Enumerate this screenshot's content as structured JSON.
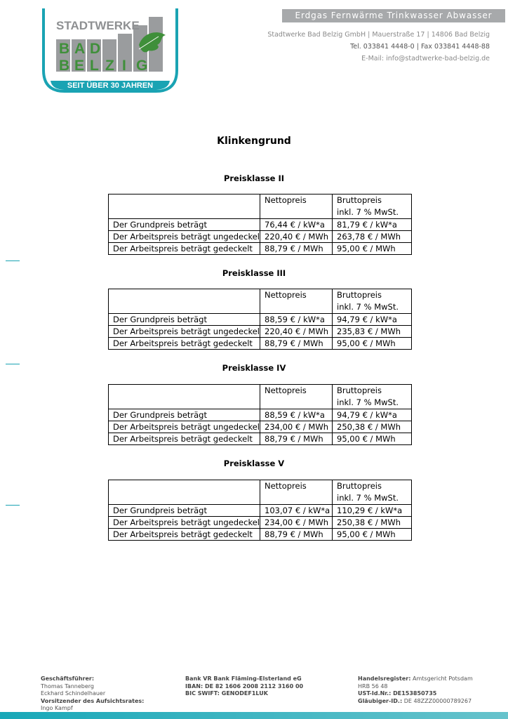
{
  "logo": {
    "line1": "STADTWERKE",
    "line2_letters": [
      "B",
      "A",
      "D"
    ],
    "line3_letters": [
      "B",
      "E",
      "L",
      "Z",
      "I",
      "G"
    ],
    "banner": "SEIT ÜBER 30 JAHREN",
    "teal": "#1aa3b3",
    "green": "#3f8f3a",
    "gray": "#9a9c9e"
  },
  "header": {
    "services": "Erdgas  Fernwärme  Trinkwasser  Abwasser",
    "address": "Stadtwerke Bad Belzig GmbH | Mauerstraße 17 | 14806 Bad Belzig",
    "phone": "Tel. 033841 4448-0 | Fax 033841 4448-88",
    "email": "E-Mail: info@stadtwerke-bad-belzig.de"
  },
  "title": "Klinkengrund",
  "tables": [
    {
      "heading": "Preisklasse II",
      "col_net": "Nettopreis",
      "col_gross_1": "Bruttopreis",
      "col_gross_2": "inkl. 7 % MwSt.",
      "rows": [
        [
          "Der Grundpreis beträgt",
          "76,44 € / kW*a",
          "81,79 € / kW*a"
        ],
        [
          "Der Arbeitspreis beträgt ungedeckelt",
          "220,40 € / MWh",
          "263,78 € / MWh"
        ],
        [
          "Der Arbeitspreis beträgt gedeckelt",
          "88,79 € / MWh",
          "95,00 € / MWh"
        ]
      ]
    },
    {
      "heading": "Preisklasse III",
      "col_net": "Nettopreis",
      "col_gross_1": "Bruttopreis",
      "col_gross_2": "inkl. 7 % MwSt.",
      "rows": [
        [
          "Der Grundpreis beträgt",
          "88,59 € / kW*a",
          "94,79 € / kW*a"
        ],
        [
          "Der Arbeitspreis beträgt ungedeckelt",
          "220,40 € / MWh",
          "235,83 € / MWh"
        ],
        [
          "Der Arbeitspreis beträgt gedeckelt",
          "88,79 € / MWh",
          "95,00 € / MWh"
        ]
      ]
    },
    {
      "heading": "Preisklasse IV",
      "col_net": "Nettopreis",
      "col_gross_1": "Bruttopreis",
      "col_gross_2": "inkl. 7 % MwSt.",
      "rows": [
        [
          "Der Grundpreis beträgt",
          "88,59 € / kW*a",
          "94,79 € / kW*a"
        ],
        [
          "Der Arbeitspreis beträgt ungedeckelt",
          "234,00 € / MWh",
          "250,38 € / MWh"
        ],
        [
          "Der Arbeitspreis beträgt gedeckelt",
          "88,79 € / MWh",
          "95,00 € / MWh"
        ]
      ]
    },
    {
      "heading": "Preisklasse V",
      "col_net": "Nettopreis",
      "col_gross_1": "Bruttopreis",
      "col_gross_2": "inkl. 7 % MwSt.",
      "rows": [
        [
          "Der Grundpreis beträgt",
          "103,07 € / kW*a",
          "110,29 € / kW*a"
        ],
        [
          "Der Arbeitspreis beträgt ungedeckelt",
          "234,00 € / MWh",
          "250,38 € / MWh"
        ],
        [
          "Der Arbeitspreis beträgt gedeckelt",
          "88,79 € / MWh",
          "95,00 € / MWh"
        ]
      ]
    }
  ],
  "footer": {
    "col1": {
      "label1": "Geschäftsführer:",
      "name1": "Thomas Tanneberg",
      "name2": "Eckhard Schindelhauer",
      "label2": "Vorsitzender des Aufsichtsrates:",
      "name3": "Ingo Kampf"
    },
    "col2": {
      "bank": "Bank VR Bank Fläming-Elsterland eG",
      "iban": "IBAN: DE 82 1606 2008 2112 3160 00",
      "bic": "BIC SWIFT: GENODEF1LUK"
    },
    "col3": {
      "hr_label": "Handelsregister:",
      "hr_value": " Amtsgericht Potsdam",
      "hrb": "HRB 56 48",
      "ust_label": "UST-Id.Nr.:",
      "ust_value": " DE153850735",
      "gl_label": "Gläubiger-ID.:",
      "gl_value": " DE 48ZZZ00000789267"
    }
  }
}
